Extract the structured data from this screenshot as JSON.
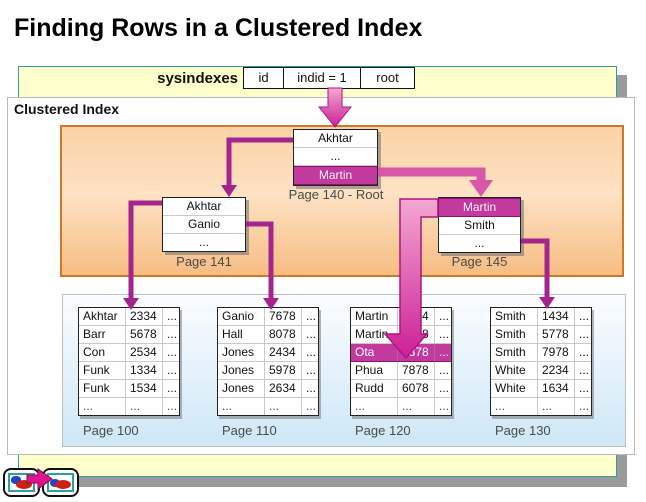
{
  "title": "Finding Rows in a Clustered Index",
  "sysindexes": {
    "label": "sysindexes",
    "columns": [
      "id",
      "indid = 1",
      "root"
    ]
  },
  "clustered_index": {
    "label": "Clustered Index"
  },
  "index_pages": [
    {
      "label": "Page 140 - Root",
      "rows": [
        {
          "text": "Akhtar",
          "highlight": false
        },
        {
          "text": "...",
          "highlight": false
        },
        {
          "text": "Martin",
          "highlight": true
        }
      ]
    },
    {
      "label": "Page 141",
      "rows": [
        {
          "text": "Akhtar",
          "highlight": false
        },
        {
          "text": "Ganio",
          "highlight": false
        },
        {
          "text": "...",
          "highlight": false
        }
      ]
    },
    {
      "label": "Page 145",
      "rows": [
        {
          "text": "Martin",
          "highlight": true
        },
        {
          "text": "Smith",
          "highlight": false
        },
        {
          "text": "...",
          "highlight": false
        }
      ]
    }
  ],
  "leaf_pages": [
    {
      "label": "Page 100",
      "highlight_row": -1,
      "rows": [
        [
          "Akhtar",
          "2334",
          "..."
        ],
        [
          "Barr",
          "5678",
          "..."
        ],
        [
          "Con",
          "2534",
          "..."
        ],
        [
          "Funk",
          "1334",
          "..."
        ],
        [
          "Funk",
          "1534",
          "..."
        ],
        [
          "...",
          "...",
          "..."
        ]
      ]
    },
    {
      "label": "Page 110",
      "highlight_row": -1,
      "rows": [
        [
          "Ganio",
          "7678",
          "..."
        ],
        [
          "Hall",
          "8078",
          "..."
        ],
        [
          "Jones",
          "2434",
          "..."
        ],
        [
          "Jones",
          "5978",
          "..."
        ],
        [
          "Jones",
          "2634",
          "..."
        ],
        [
          "...",
          "...",
          "..."
        ]
      ]
    },
    {
      "label": "Page 120",
      "highlight_row": 2,
      "rows": [
        [
          "Martin",
          "1234",
          "..."
        ],
        [
          "Martin",
          "7778",
          "..."
        ],
        [
          "Ota",
          "5878",
          "..."
        ],
        [
          "Phua",
          "7878",
          "..."
        ],
        [
          "Rudd",
          "6078",
          "..."
        ],
        [
          "...",
          "...",
          "..."
        ]
      ]
    },
    {
      "label": "Page 130",
      "highlight_row": -1,
      "rows": [
        [
          "Smith",
          "1434",
          "..."
        ],
        [
          "Smith",
          "5778",
          "..."
        ],
        [
          "Smith",
          "7978",
          "..."
        ],
        [
          "White",
          "2234",
          "..."
        ],
        [
          "White",
          "1634",
          "..."
        ],
        [
          "...",
          "...",
          "..."
        ]
      ]
    }
  ],
  "icons": {
    "nav_prev": "chart-thumbnail",
    "nav_next": "chart-thumbnail",
    "nav_arrow": "magenta-right-arrow"
  },
  "colors": {
    "band_fill": "#FFFFCC",
    "band_border": "#2E9E9E",
    "shadow": "#9B9B9B",
    "orange_border": "#CC7A29",
    "orange_top": "#FBD2A6",
    "orange_bottom": "#F7BD83",
    "blue_top": "#FBFDFF",
    "blue_bottom": "#CDE7F6",
    "highlight_fill": "#C23A9E",
    "highlight_border": "#8E1174",
    "connector_dark": "#A5258F",
    "connector_pink": "#D957A9",
    "arrow_light": "#F3A8D2",
    "arrow_deep": "#CC1F97",
    "arrow_outline": "#B0157E",
    "nav_arrow": "#E0138C",
    "label_text": "#4A4A4A"
  }
}
